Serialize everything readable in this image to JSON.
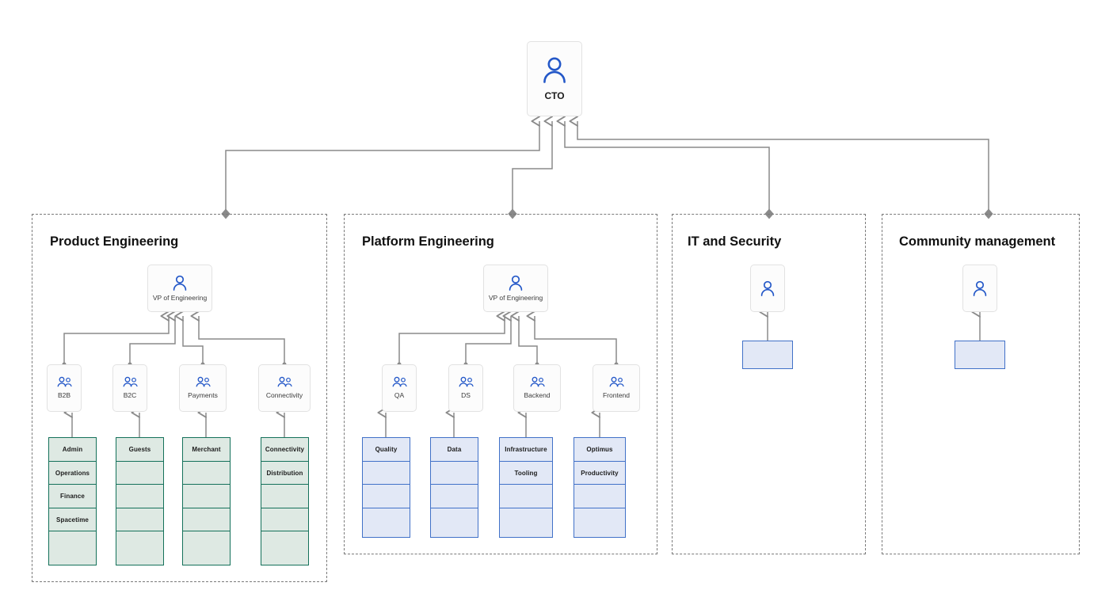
{
  "diagram": {
    "title_role": "CTO",
    "root": {
      "label": "CTO",
      "icon": "person-icon"
    },
    "panels": [
      {
        "id": "product-engineering",
        "title": "Product Engineering",
        "leader": {
          "label": "VP of Engineering",
          "icon": "person-icon"
        },
        "teams": [
          {
            "name": "B2B",
            "icon": "group-icon",
            "units": [
              "Admin",
              "Operations",
              "Finance",
              "Spacetime",
              ""
            ]
          },
          {
            "name": "B2C",
            "icon": "group-icon",
            "units": [
              "Guests",
              "",
              "",
              "",
              ""
            ]
          },
          {
            "name": "Payments",
            "icon": "group-icon",
            "units": [
              "Merchant",
              "",
              "",
              "",
              ""
            ]
          },
          {
            "name": "Connectivity",
            "icon": "group-icon",
            "units": [
              "Connectivity",
              "Distribution",
              "",
              "",
              ""
            ]
          }
        ]
      },
      {
        "id": "platform-engineering",
        "title": "Platform Engineering",
        "leader": {
          "label": "VP of Engineering",
          "icon": "person-icon"
        },
        "teams": [
          {
            "name": "QA",
            "icon": "group-icon",
            "units": [
              "Quality",
              "",
              "",
              ""
            ]
          },
          {
            "name": "DS",
            "icon": "group-icon",
            "units": [
              "Data",
              "",
              "",
              ""
            ]
          },
          {
            "name": "Backend",
            "icon": "group-icon",
            "units": [
              "Infrastructure",
              "Tooling",
              "",
              ""
            ]
          },
          {
            "name": "Frontend",
            "icon": "group-icon",
            "units": [
              "Optimus",
              "Productivity",
              "",
              ""
            ]
          }
        ]
      },
      {
        "id": "it-and-security",
        "title": "IT and Security",
        "leader": {
          "label": "",
          "icon": "person-icon"
        },
        "teams": [
          {
            "name": "",
            "icon": "",
            "units": [
              ""
            ]
          }
        ]
      },
      {
        "id": "community-management",
        "title": "Community management",
        "leader": {
          "label": "",
          "icon": "person-icon"
        },
        "teams": [
          {
            "name": "",
            "icon": "",
            "units": [
              ""
            ]
          }
        ]
      }
    ],
    "colors": {
      "person_icon": "#2458c8",
      "group_icon": "#2458c8",
      "green_border": "#14715a",
      "green_fill": "#dee9e3",
      "blue_border": "#4171c8",
      "blue_fill": "#e2e8f6",
      "connector": "#8a8a8a",
      "panel_border": "#7a7a7a",
      "card_border": "#e2e2e2",
      "text": "#1c1c1c"
    }
  }
}
